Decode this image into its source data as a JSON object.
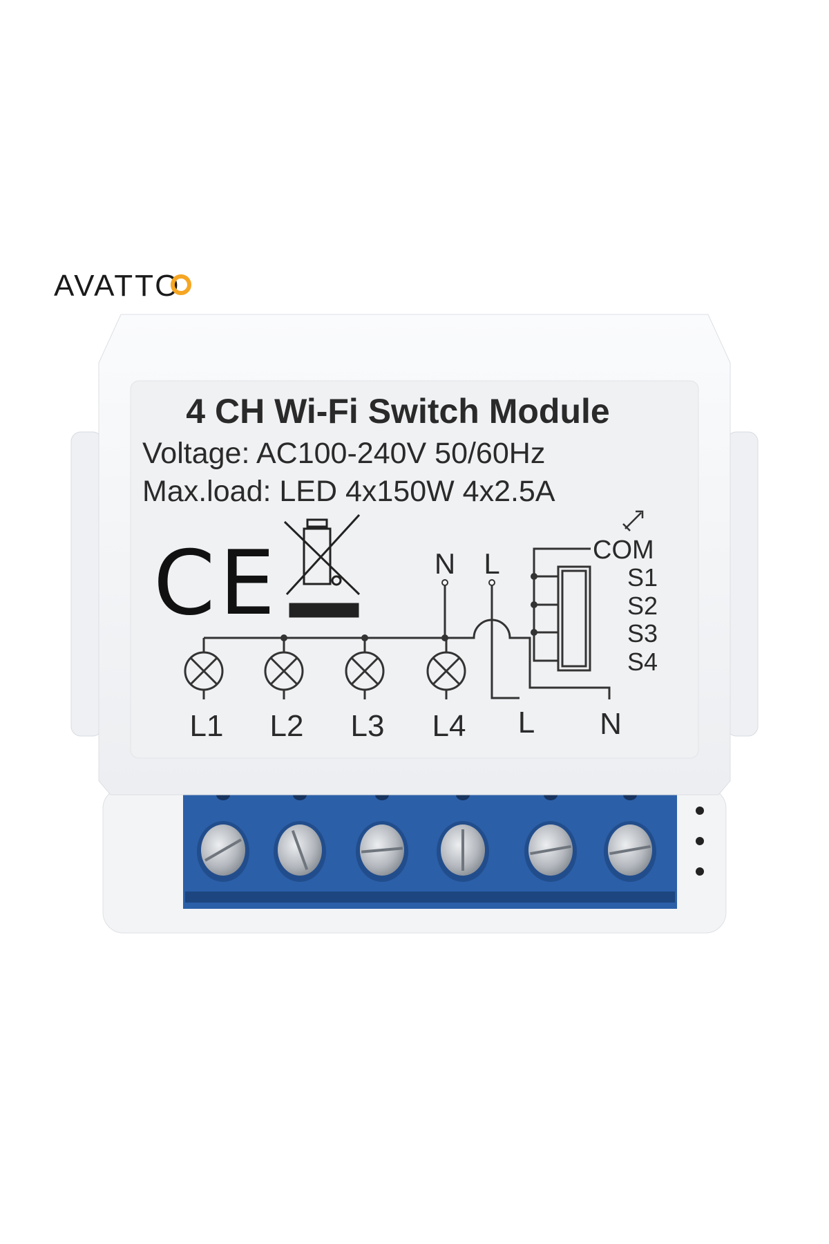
{
  "brand": {
    "logo_text": "AVATTO",
    "accent_color": "#f5a623"
  },
  "label": {
    "title": "4 CH Wi-Fi Switch Module",
    "voltage": "Voltage: AC100-240V 50/60Hz",
    "max_load": "Max.load: LED 4x150W 4x2.5A",
    "ce_mark": "CE",
    "input_top": [
      "N",
      "L"
    ],
    "switch_terminals": [
      "COM",
      "S1",
      "S2",
      "S3",
      "S4"
    ],
    "outputs": [
      "L1",
      "L2",
      "L3",
      "L4"
    ],
    "input_bottom": [
      "L",
      "N"
    ]
  },
  "colors": {
    "body": "#f4f5f7",
    "panel": "#eef0f2",
    "terminal_block": "#2b5fa8",
    "screw": "#b8bcc2",
    "ink": "#2a2a2a"
  },
  "icons": [
    "ce-mark-icon",
    "weee-crossed-bin-icon",
    "lamp-icon",
    "switch-arrow-icon"
  ]
}
